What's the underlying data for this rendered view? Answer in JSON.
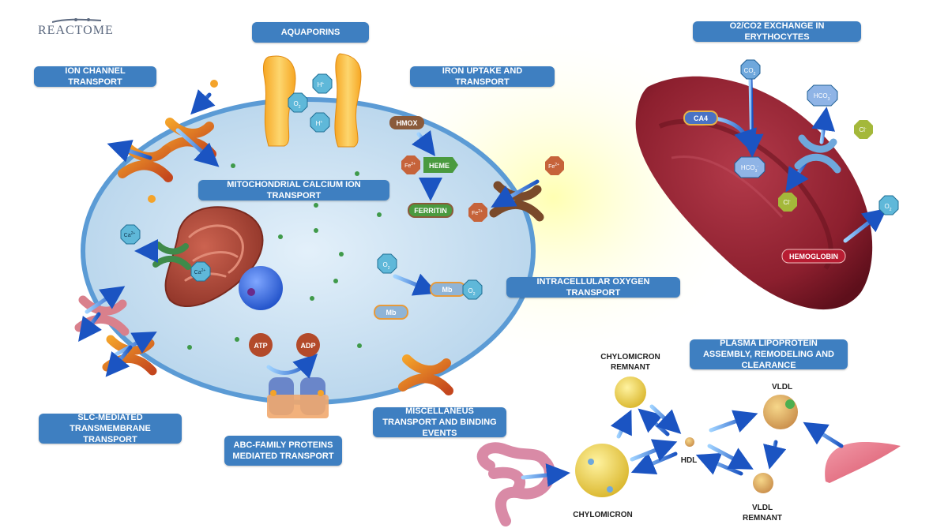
{
  "logo": {
    "text": "REACTOME"
  },
  "labels": {
    "aquaporins": "AQUAPORINS",
    "ion_channel": "ION CHANNEL TRANSPORT",
    "iron": "IRON UPTAKE AND TRANSPORT",
    "mito_calcium": "MITOCHONDRIAL CALCIUM ION TRANSPORT",
    "o2co2": "O2/CO2 EXCHANGE IN ERYTHOCYTES",
    "intracellular_oxygen": "INTRACELLULAR OXYGEN TRANSPORT",
    "lipoprotein": "PLASMA LIPOPROTEIN ASSEMBLY, REMODELING AND CLEARANCE",
    "slc": "SLC-MEDIATED TRANSMEMBRANE TRANSPORT",
    "abc": "ABC-FAMILY PROTEINS MEDIATED TRANSPORT",
    "misc": "MISCELLANEUS TRANSPORT AND BINDING EVENTS"
  },
  "molecules": {
    "h_plus": "H",
    "h_sup": "+",
    "o2": "O",
    "o2_sub": "2",
    "fe": "Fe",
    "fe_sup": "2+",
    "ca": "Ca",
    "ca_sup": "2+",
    "hmox": "HMOX",
    "heme": "HEME",
    "ferritin": "FERRITIN",
    "mb": "Mb",
    "atp": "ATP",
    "adp": "ADP",
    "co2": "CO",
    "co2_sub": "2",
    "hco3": "HCO",
    "hco3_sub": "3",
    "hco3_sup": "-",
    "cl": "Cl",
    "cl_sup": "-",
    "ca4": "CA4",
    "hemoglobin": "HEMOGLOBIN"
  },
  "particles": {
    "chylomicron_remnant": [
      "CHYLOMICRON",
      "REMNANT"
    ],
    "chylomicron": "CHYLOMICRON",
    "hdl": "HDL",
    "vldl": "VLDL",
    "vldl_remnant": [
      "VLDL",
      "REMNANT"
    ]
  },
  "colors": {
    "label_bg": "#3e7fc1",
    "cell_fill": "#c6dff0",
    "cell_border": "#5b9bd5",
    "erythrocyte": "#8c1f2e",
    "mitochondrion": "#b04a3a",
    "lipid": "#f2d24a"
  }
}
